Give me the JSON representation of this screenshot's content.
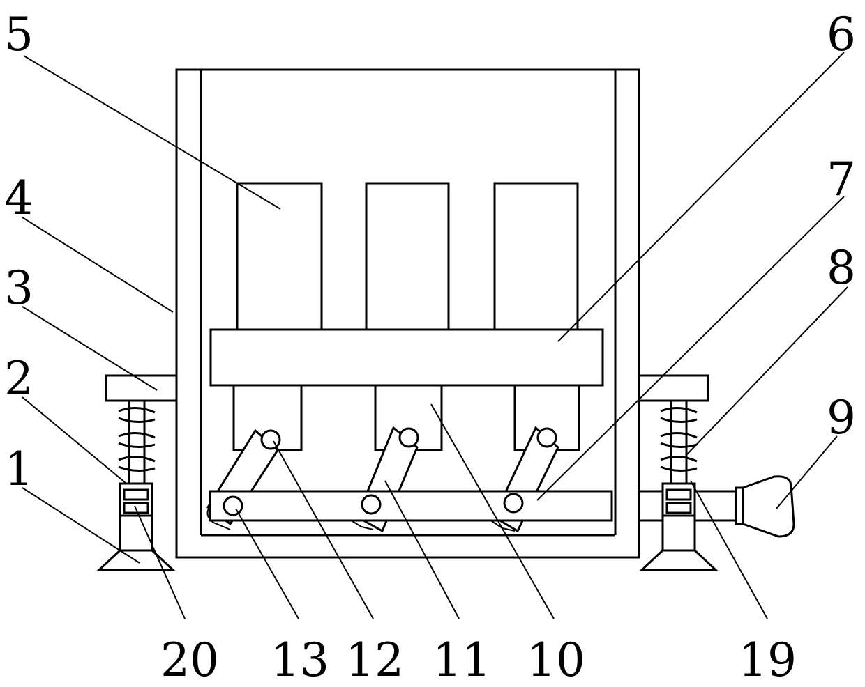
{
  "figure": {
    "labels": {
      "l1": "1",
      "l2": "2",
      "l3": "3",
      "l4": "4",
      "l5": "5",
      "l6": "6",
      "l7": "7",
      "l8": "8",
      "l9": "9",
      "l10": "10",
      "l11": "11",
      "l12": "12",
      "l13": "13",
      "l19": "19",
      "l20": "20"
    }
  }
}
